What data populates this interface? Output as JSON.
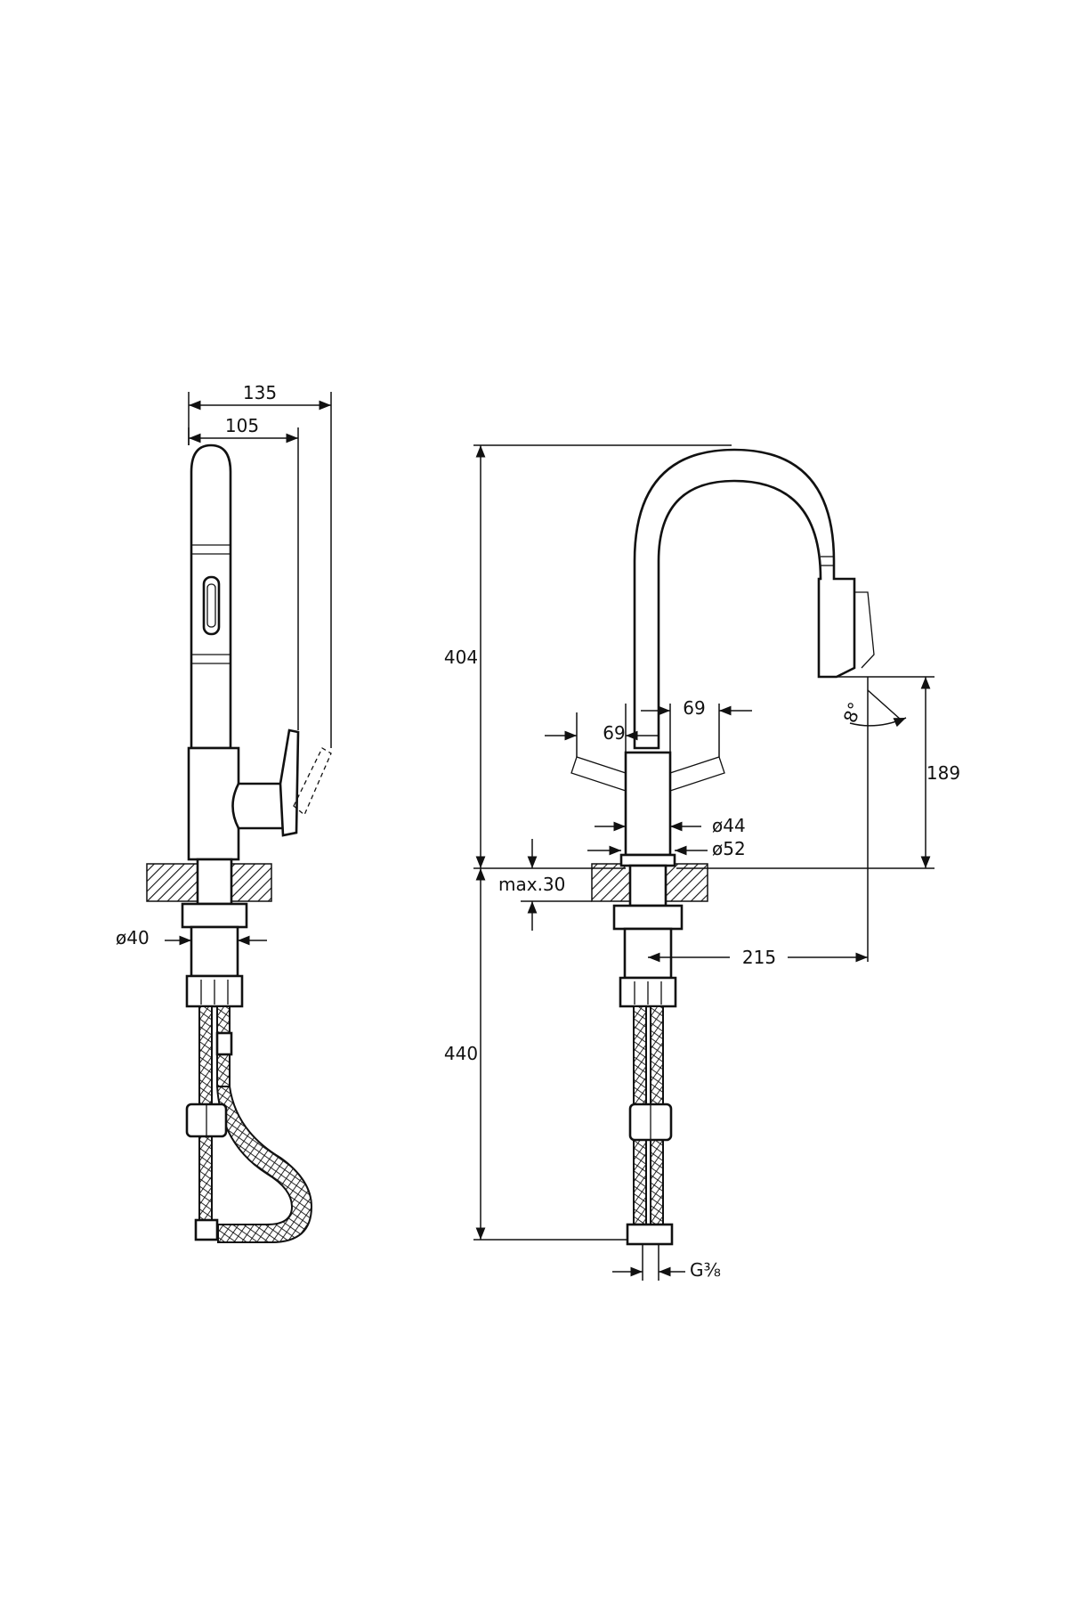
{
  "side_view": {
    "dim_total_depth": "135",
    "dim_spout_depth": "105",
    "dim_hose_diameter": "ø40"
  },
  "front_view": {
    "dim_total_height": "404",
    "dim_lower_length": "440",
    "dim_lever_left": "69",
    "dim_lever_right": "69",
    "dim_angle": "8°",
    "dim_outlet_height": "189",
    "dim_body_diameter": "ø44",
    "dim_base_diameter": "ø52",
    "dim_max_thickness": "max.30",
    "dim_reach": "215",
    "dim_connection": "G⅜"
  },
  "colors": {
    "line": "#111111",
    "background": "#ffffff"
  }
}
